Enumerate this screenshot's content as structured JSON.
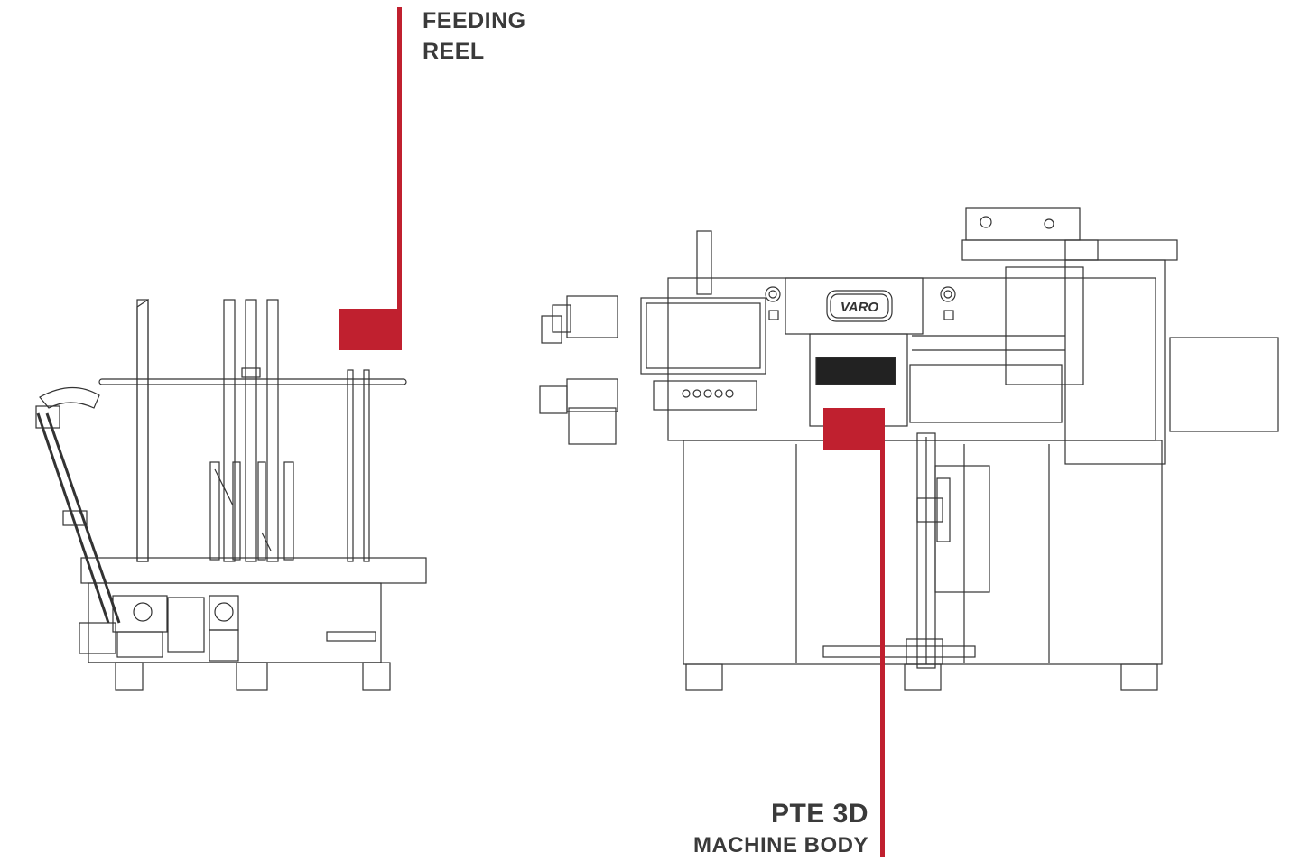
{
  "callouts": {
    "feeding_reel": {
      "line1": "FEEDING",
      "line2": "REEL"
    },
    "machine_body": {
      "line1": "PTE 3D",
      "line2": "MACHINE BODY"
    }
  },
  "machine": {
    "brand": "VARO"
  },
  "colors": {
    "accent": "#c0202f",
    "line": "#333333",
    "text": "#3a3a3a",
    "background": "#ffffff"
  }
}
